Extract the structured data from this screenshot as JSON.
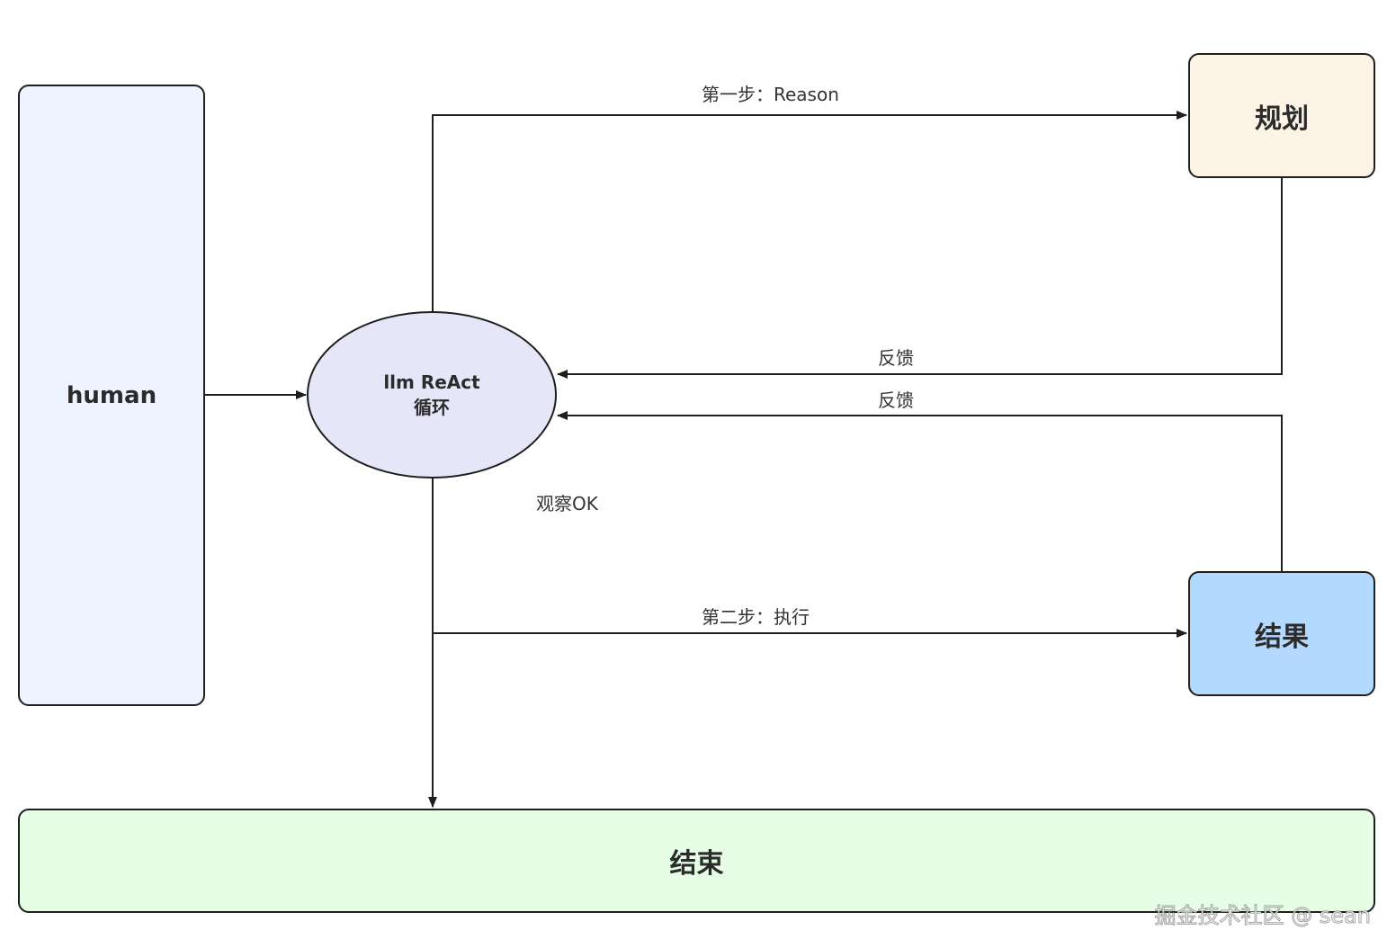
{
  "nodes": {
    "human": {
      "label": "human",
      "color": "#eef4ff"
    },
    "react": {
      "line1": "llm ReAct",
      "line2": "循环",
      "color": "#e6e6f9"
    },
    "plan": {
      "label": "规划",
      "color": "#fdf4e6"
    },
    "result": {
      "label": "结果",
      "color": "#b3d9ff"
    },
    "end": {
      "label": "结束",
      "color": "#e6fde6"
    }
  },
  "edges": {
    "step1": "第一步：Reason",
    "feedback_plan": "反馈",
    "feedback_result": "反馈",
    "observe": "观察OK",
    "step2": "第二步：执行"
  },
  "watermark": "掘金技术社区 @ sean"
}
